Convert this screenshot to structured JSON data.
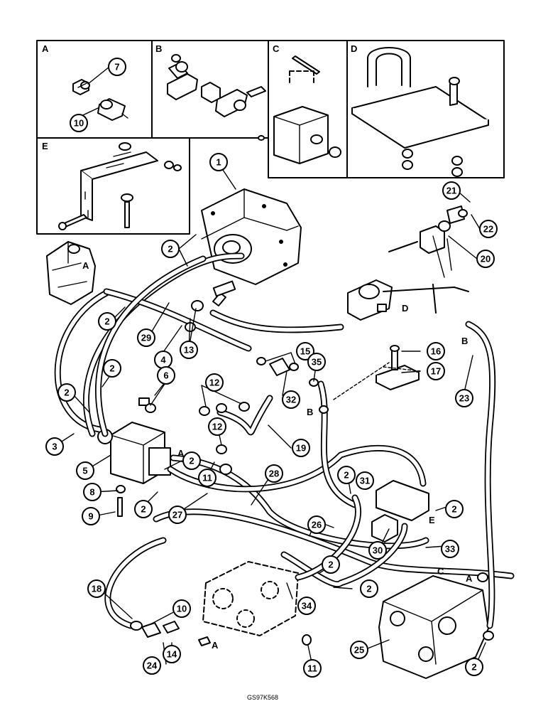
{
  "drawing_code": "GS97K568",
  "inset_letters": [
    "A",
    "B",
    "C",
    "D",
    "E"
  ],
  "connection_letters": {
    "a": "A",
    "b": "B",
    "c": "C",
    "d": "D",
    "e": "E"
  },
  "callouts": {
    "c7": "7",
    "c10": "10",
    "c1": "1",
    "c21": "21",
    "c22": "22",
    "c20": "20",
    "c2": "2",
    "c29": "29",
    "c4": "4",
    "c13": "13",
    "c15": "15",
    "c16": "16",
    "c35": "35",
    "c17": "17",
    "c32": "32",
    "c6": "6",
    "c12": "12",
    "c19": "19",
    "c23": "23",
    "c3": "3",
    "c5": "5",
    "c8": "8",
    "c9": "9",
    "c11": "11",
    "c27": "27",
    "c28": "28",
    "c31": "31",
    "c26": "26",
    "c30": "30",
    "c33": "33",
    "c18": "18",
    "c34": "34",
    "c24": "24",
    "c14": "14",
    "c25": "25"
  }
}
